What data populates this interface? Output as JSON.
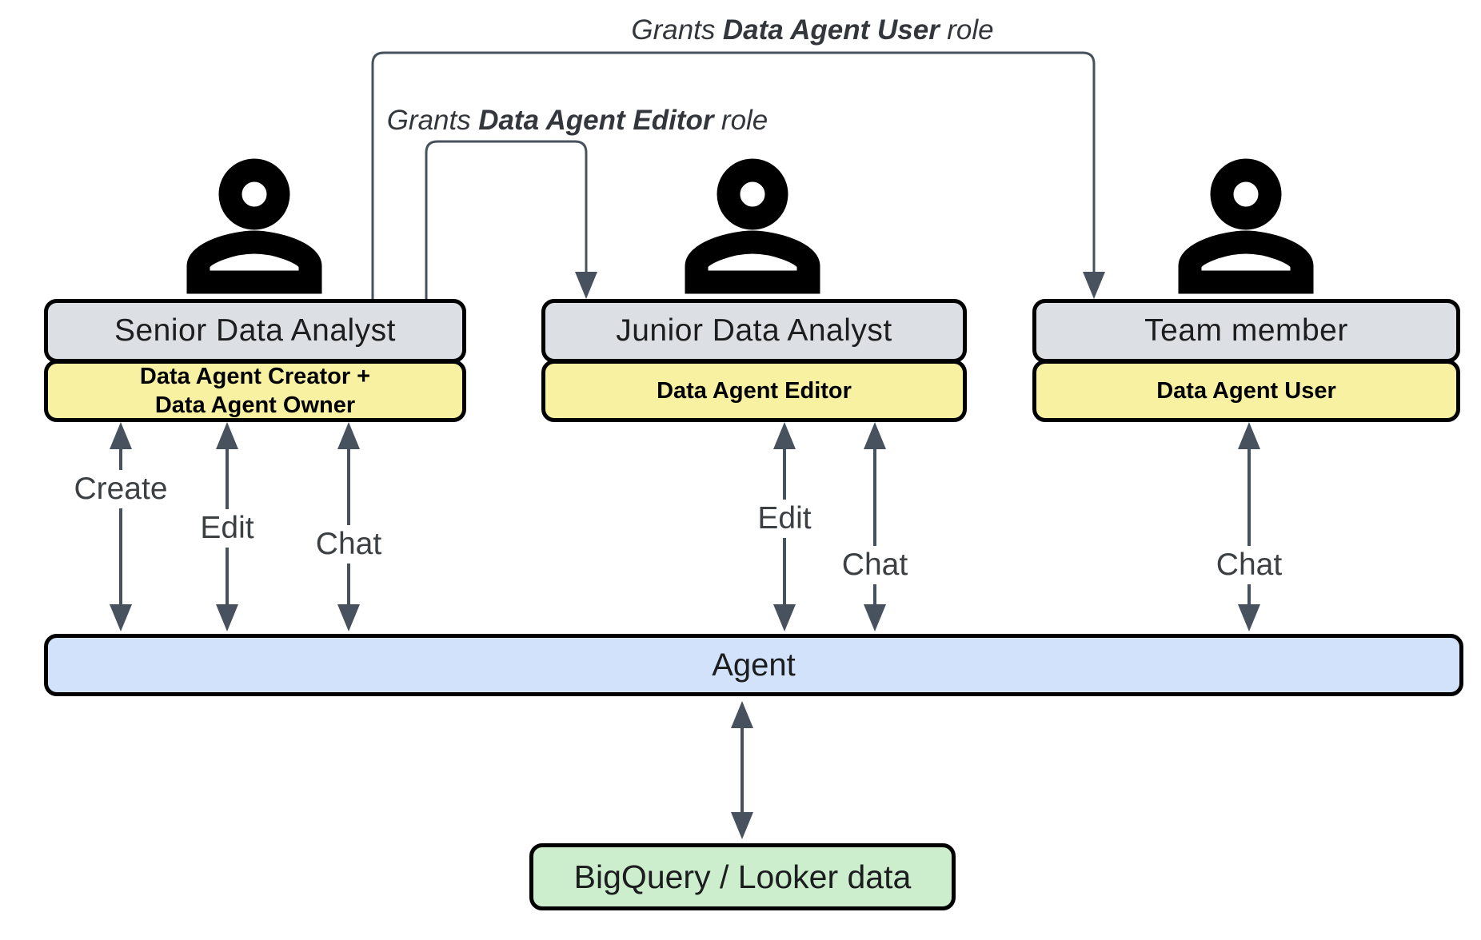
{
  "diagram": {
    "background": "#ffffff",
    "colors": {
      "persona_box": "#dcdfe3",
      "role_box": "#f9f1a2",
      "agent_box": "#d3e2fb",
      "data_box": "#cdeecd",
      "border": "#000000",
      "arrow": "#47525e",
      "label_text": "#3c4043"
    },
    "grant_annotations": {
      "user": {
        "prefix": "Grants",
        "bold": "Data Agent User",
        "suffix": "role"
      },
      "editor": {
        "prefix": "Grants",
        "bold": "Data Agent Editor",
        "suffix": "role"
      }
    },
    "personas": [
      {
        "id": "senior",
        "title": "Senior Data Analyst",
        "roles": [
          "Data Agent Creator +",
          "Data Agent Owner"
        ],
        "actions": [
          "Create",
          "Edit",
          "Chat"
        ]
      },
      {
        "id": "junior",
        "title": "Junior Data Analyst",
        "roles": [
          "Data Agent Editor"
        ],
        "actions": [
          "Edit",
          "Chat"
        ]
      },
      {
        "id": "team",
        "title": "Team member",
        "roles": [
          "Data Agent User"
        ],
        "actions": [
          "Chat"
        ]
      }
    ],
    "agent": {
      "label": "Agent"
    },
    "datastore": {
      "label": "BigQuery / Looker data"
    }
  }
}
